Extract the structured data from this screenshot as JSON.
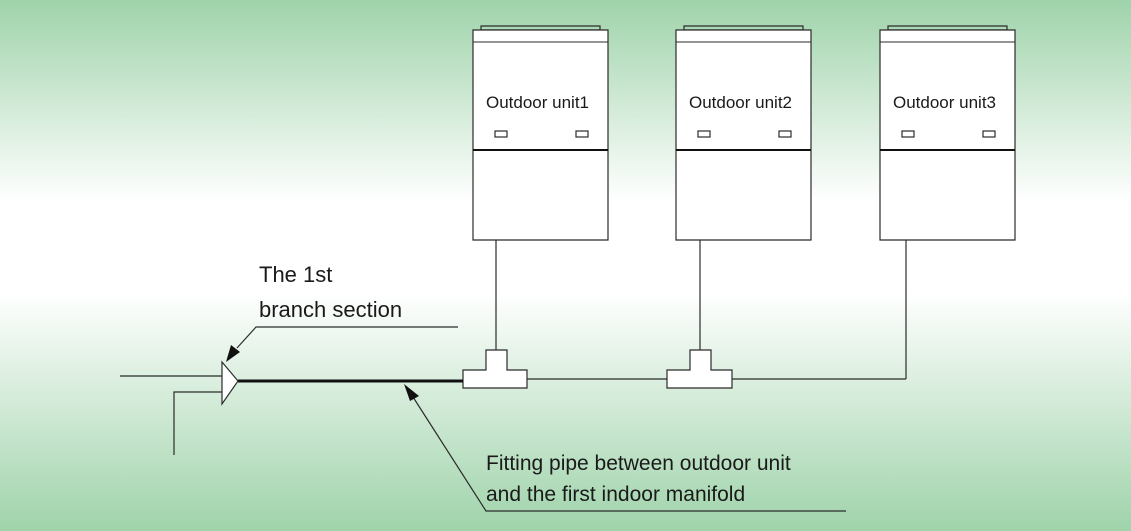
{
  "diagram": {
    "outdoor_units": [
      {
        "label": "Outdoor unit1"
      },
      {
        "label": "Outdoor unit2"
      },
      {
        "label": "Outdoor unit3"
      }
    ],
    "branch_label_line1": "The 1st",
    "branch_label_line2": "branch section",
    "fitting_label_line1": "Fitting pipe between outdoor unit",
    "fitting_label_line2": "and the first indoor manifold"
  },
  "colors": {
    "background_green": "#9fd3aa",
    "background_white": "#ffffff",
    "line": "#2b2b2b"
  }
}
